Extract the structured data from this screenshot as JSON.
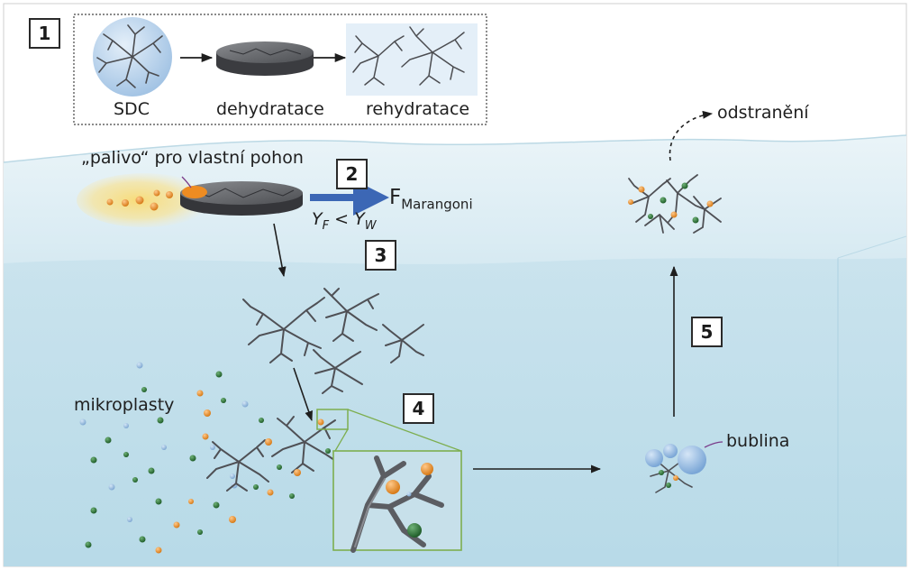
{
  "panel1": {
    "number": "1",
    "labels": [
      "SDC",
      "dehydratace",
      "rehydratace"
    ]
  },
  "labels": {
    "fuel": "„palivo“ pro vlastní pohon",
    "removal": "odstranění",
    "microplastics": "mikroplasty",
    "bubble": "bublina"
  },
  "steps": {
    "s2": "2",
    "s3": "3",
    "s4": "4",
    "s5": "5"
  },
  "formula": {
    "f_symbol": "F",
    "f_subscript": "Marangoni",
    "gamma_left": "Y",
    "sub_f": "F",
    "relation": " < ",
    "gamma_right": "Y",
    "sub_w": "W"
  },
  "colors": {
    "water_top": "#d8eaf1",
    "water_front": "#b9dbe8",
    "fuel_glow": "#f4d26a",
    "droplet_orange": "#e8902a",
    "particle_green": "#2f7a3a",
    "particle_blue": "#8fb9dc",
    "arrow_blue": "#3c67b5",
    "zoom_green": "#7dae4f",
    "sponge_gray": "#55565a"
  }
}
